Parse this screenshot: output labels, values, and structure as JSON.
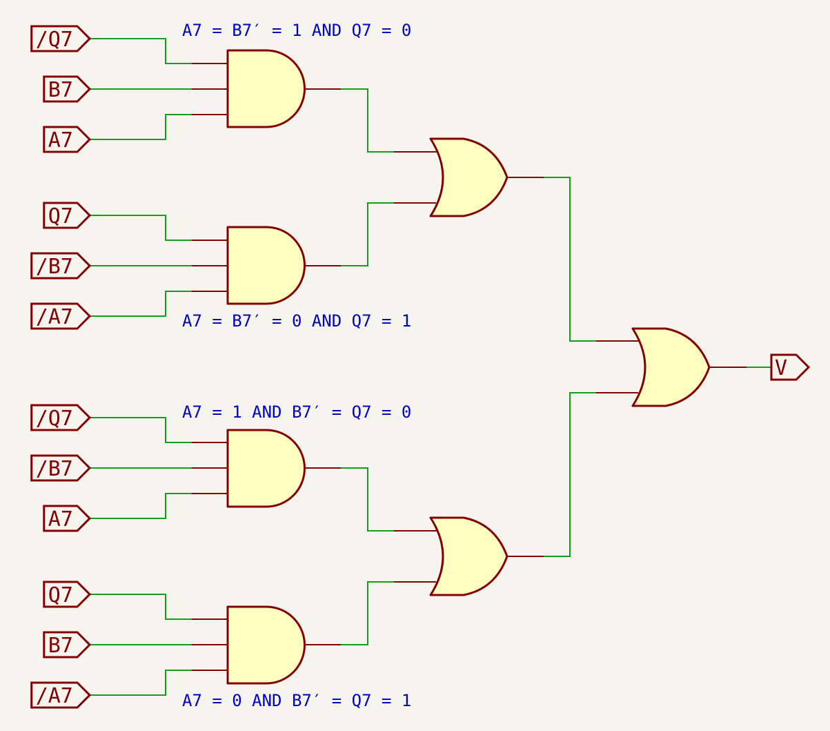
{
  "annotations": [
    "A7 = B7′ = 1 AND Q7 = 0",
    "A7 = B7′ = 0 AND Q7 = 1",
    "A7 = 1 AND B7′ = Q7 = 0",
    "A7 = 0 AND B7′ = Q7 = 1"
  ],
  "inputs": [
    [
      "/Q7",
      "B7",
      "A7"
    ],
    [
      "Q7",
      "/B7",
      "/A7"
    ],
    [
      "/Q7",
      "/B7",
      "A7"
    ],
    [
      "Q7",
      "B7",
      "/A7"
    ]
  ],
  "output": "V",
  "colors": {
    "background": "#f5f4ef",
    "wire": "#1a9a1a",
    "component": "#840000",
    "gate_fill": "#ffffc2",
    "annotation": "#0000c4"
  }
}
